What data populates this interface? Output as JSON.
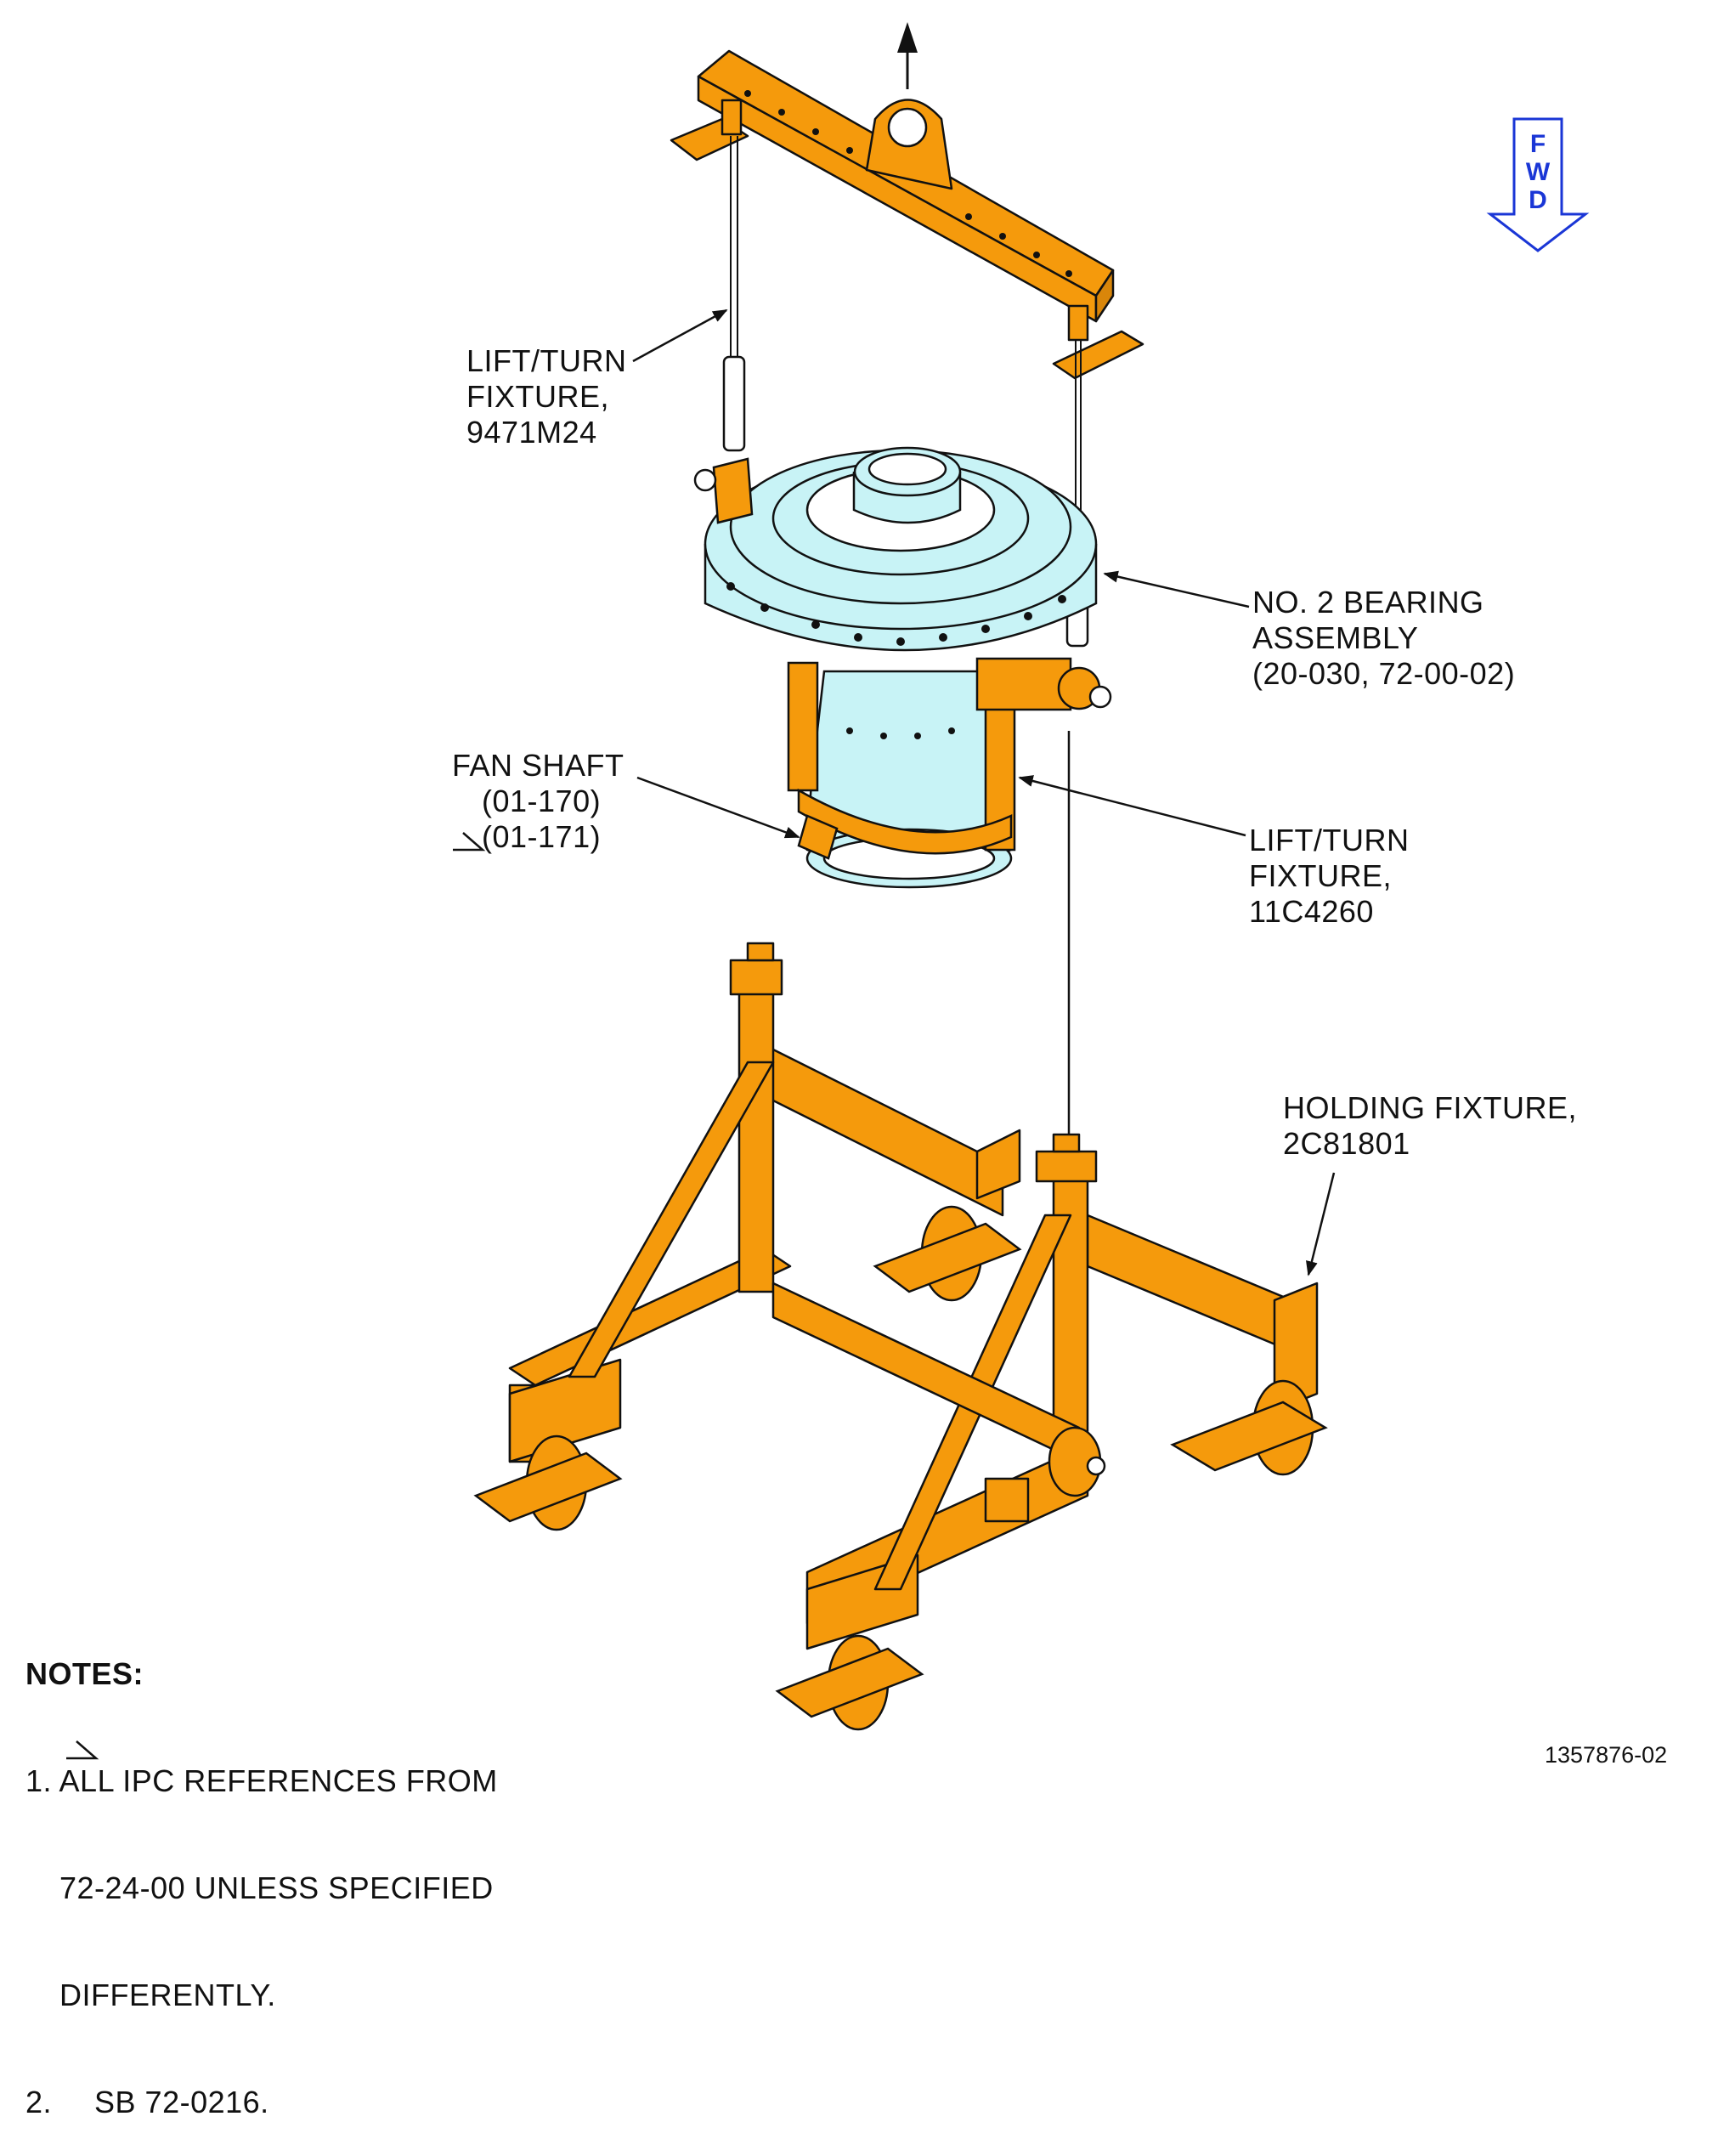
{
  "labels": {
    "lift_turn_fixture_top": [
      "LIFT/TURN",
      "FIXTURE,",
      "9471M24"
    ],
    "no2_bearing": [
      "NO. 2 BEARING",
      "ASSEMBLY",
      "(20-030, 72-00-02)"
    ],
    "fan_shaft": [
      "FAN SHAFT",
      "(01-170)",
      "(01-171)"
    ],
    "lift_turn_fixture_mid": [
      "LIFT/TURN",
      "FIXTURE,",
      "11C4260"
    ],
    "holding_fixture": [
      "HOLDING FIXTURE,",
      "2C81801"
    ]
  },
  "fwd": [
    "F",
    "W",
    "D"
  ],
  "notes": {
    "title": "NOTES:",
    "items": [
      [
        "1. ALL IPC REFERENCES FROM",
        "72-24-00 UNLESS SPECIFIED",
        "DIFFERENTLY."
      ],
      [
        "2.",
        "SB 72-0216."
      ]
    ]
  },
  "figure_number": "1357876-02",
  "colors": {
    "fixture": "#f59a0c",
    "bearing": "#c8f3f6",
    "fwd_arrow": "#1a36d6",
    "ink": "#111111"
  }
}
